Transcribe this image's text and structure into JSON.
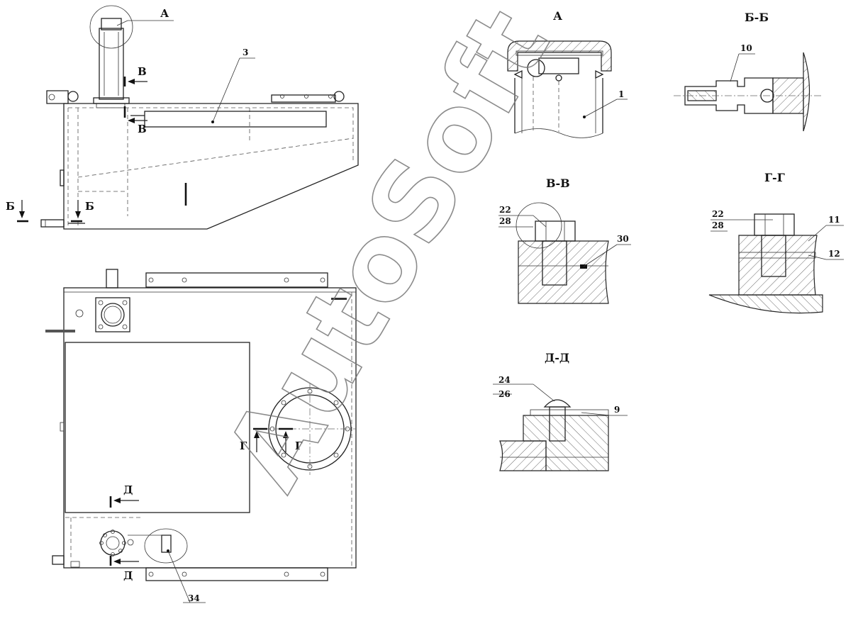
{
  "watermark": "AutoSoft",
  "views": {
    "A": "А",
    "BB": "Б-Б",
    "VV": "В-В",
    "GG": "Г-Г",
    "DD": "Д-Д"
  },
  "section_marks": {
    "A": "А",
    "B": "Б",
    "V": "В",
    "G": "Г",
    "D": "Д"
  },
  "callouts": {
    "n1": "1",
    "n3": "3",
    "n9": "9",
    "n10": "10",
    "n11": "11",
    "n12": "12",
    "n22": "22",
    "n24": "24",
    "n26": "26",
    "n28": "28",
    "n30": "30",
    "n34": "34"
  }
}
